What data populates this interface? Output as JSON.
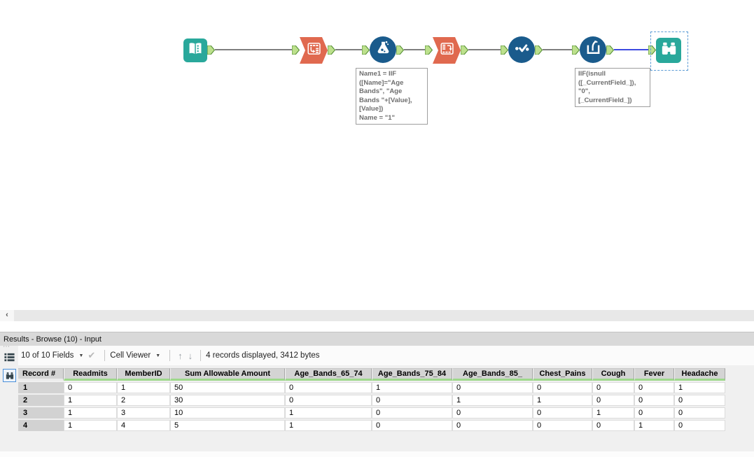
{
  "icons": {
    "scroll_left": "‹",
    "caret_down": "▼",
    "check": "✔",
    "arrow_up": "↑",
    "arrow_down": "↓",
    "grip": "⋯"
  },
  "colors": {
    "tool_teal": "#29A89B",
    "tool_orange": "#E0694F",
    "tool_blue": "#1A5B8C",
    "anchor_green": "#BCE08C",
    "connection_gray": "#7f7f7f",
    "selected_connection_blue": "#3D4BE0",
    "selection_dash_blue": "#5B9BD5",
    "header_green_strip": "#9ED98B"
  },
  "workflow": {
    "tools": [
      {
        "id": "input-data",
        "icon": "book-input-icon"
      },
      {
        "id": "transpose",
        "icon": "transpose-icon"
      },
      {
        "id": "formula",
        "icon": "flask-icon"
      },
      {
        "id": "cross-tab",
        "icon": "cross-tab-icon"
      },
      {
        "id": "select",
        "icon": "check-dots-icon"
      },
      {
        "id": "multi-field-formula",
        "icon": "beaker-tube-icon"
      },
      {
        "id": "browse",
        "icon": "binoculars-icon",
        "selected": true
      }
    ],
    "annotations": [
      {
        "text": "Name1 = IIF\n([Name]=\"Age\nBands\", \"Age\nBands \"+[Value],\n[Value])\nName = \"1\""
      },
      {
        "text": "IIF(isnull\n([_CurrentField_]),\n\"0\",\n[_CurrentField_])"
      }
    ]
  },
  "results": {
    "title": "Results - Browse (10) - Input",
    "toolbar": {
      "fields_summary": "10 of 10 Fields",
      "cell_viewer_label": "Cell Viewer",
      "records_summary": "4 records displayed, 3412 bytes"
    },
    "table": {
      "columns": [
        "Record #",
        "Readmits",
        "MemberID",
        "Sum Allowable Amount",
        "Age_Bands_65_74",
        "Age_Bands_75_84",
        "Age_Bands_85_",
        "Chest_Pains",
        "Cough",
        "Fever",
        "Headache"
      ],
      "rows": [
        [
          "1",
          "0",
          "1",
          "50",
          "0",
          "1",
          "0",
          "0",
          "0",
          "0",
          "1"
        ],
        [
          "2",
          "1",
          "2",
          "30",
          "0",
          "0",
          "1",
          "1",
          "0",
          "0",
          "0"
        ],
        [
          "3",
          "1",
          "3",
          "10",
          "1",
          "0",
          "0",
          "0",
          "1",
          "0",
          "0"
        ],
        [
          "4",
          "1",
          "4",
          "5",
          "1",
          "0",
          "0",
          "0",
          "0",
          "1",
          "0"
        ]
      ]
    }
  }
}
